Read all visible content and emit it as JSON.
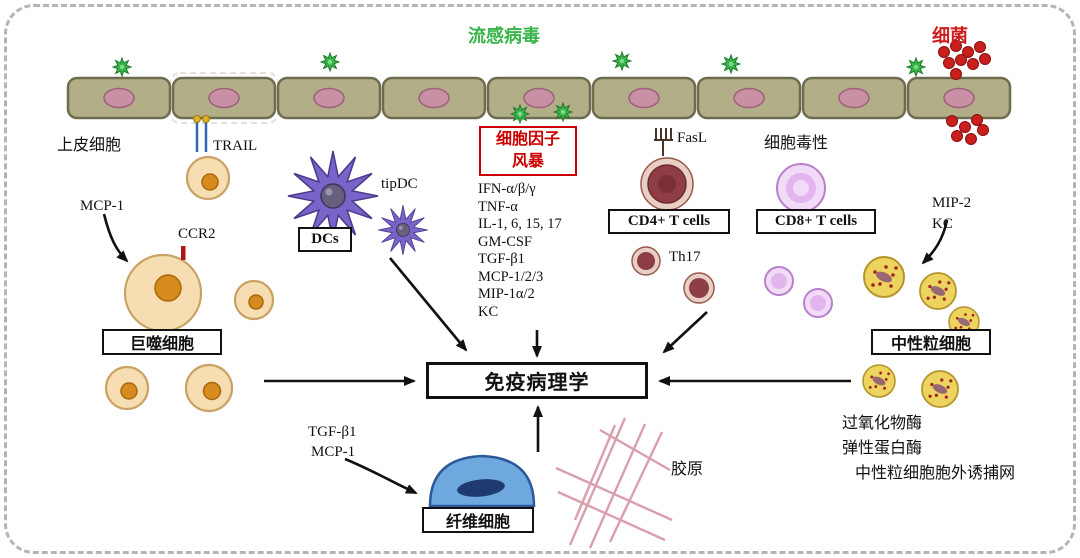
{
  "colors": {
    "virus_green": "#3ab54a",
    "bacteria_red": "#cc1d1d",
    "storm_red": "#cc0000",
    "epithelial_fill": "#b2ae88",
    "macrophage_fill": "#f6deb2",
    "dc_purple": "#7a63c9",
    "cd4_maroon": "#8e3d44",
    "cd8_lilac": "#e2b5ee",
    "neutrophil_yellow": "#ecd45f",
    "fibrocyte_blue": "#6fa8de",
    "collagen_pink": "#d795a5"
  },
  "labels": {
    "influenza": "流感病毒",
    "bacteria": "细菌",
    "epithelial": "上皮细胞",
    "trail": "TRAIL",
    "mcp1_left": "MCP-1",
    "ccr2": "CCR2",
    "macrophage": "巨噬细胞",
    "dcs": "DCs",
    "tipdc": "tipDC",
    "storm_line1": "细胞因子",
    "storm_line2": "风暴",
    "cytokines": [
      "IFN-α/β/γ",
      "TNF-α",
      "IL-1, 6, 15, 17",
      "GM-CSF",
      "TGF-β1",
      "MCP-1/2/3",
      "MIP-1α/2",
      "KC"
    ],
    "fasl": "FasL",
    "cd4": "CD4+ T cells",
    "th17": "Th17",
    "cytotoxicity": "细胞毒性",
    "cd8": "CD8+ T cells",
    "mip2": "MIP-2",
    "kc_right": "KC",
    "neutrophil": "中性粒细胞",
    "immunopathology": "免疫病理学",
    "tgfb1_bottom": "TGF-β1",
    "mcp1_bottom": "MCP-1",
    "fibrocyte": "纤维细胞",
    "collagen": "胶原",
    "enzymes": [
      "过氧化物酶",
      "弹性蛋白酶",
      "中性粒细胞胞外诱捕网"
    ]
  }
}
